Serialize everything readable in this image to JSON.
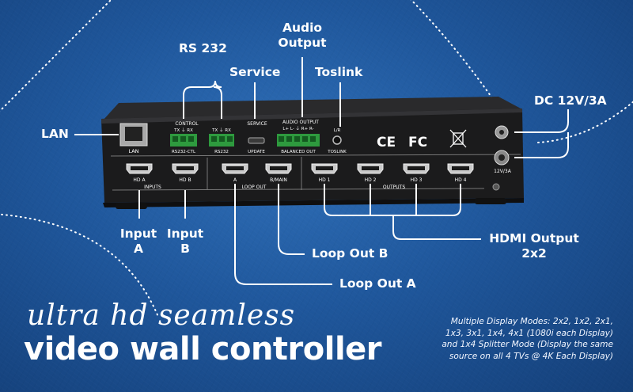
{
  "callouts": {
    "rs232": "RS 232",
    "audio_output_line1": "Audio",
    "audio_output_line2": "Output",
    "service": "Service",
    "toslink": "Toslink",
    "lan": "LAN",
    "dc": "DC 12V/3A",
    "input_a_line1": "Input",
    "input_a_line2": "A",
    "input_b_line1": "Input",
    "input_b_line2": "B",
    "loop_out_b": "Loop Out B",
    "loop_out_a": "Loop Out A",
    "hdmi_output_line1": "HDMI Output",
    "hdmi_output_line2": "2x2"
  },
  "panel": {
    "control": "CONTROL",
    "service": "SERVICE",
    "audio_output": "AUDIO OUTPUT",
    "lan": "LAN",
    "rs232_ctl": "RS232-CTL",
    "rs232": "RS232",
    "update": "UPDATE",
    "balanced_out": "BALANCED OUT",
    "toslink": "TOSLINK",
    "lr": "L/R",
    "pins_ctl": "TX  ⏚  RX",
    "pins_rs": "TX  ⏚  RX",
    "pins_audio": "L+  L-  ⏚  R+  R-",
    "ports": [
      "HD A",
      "HD B",
      "A",
      "B/MAIN",
      "HD 1",
      "HD 2",
      "HD 3",
      "HD 4"
    ],
    "inputs": "INPUTS",
    "loop_out": "LOOP OUT",
    "outputs": "OUTPUTS",
    "power": "12V/3A",
    "ce": "CE",
    "fcc": "FC"
  },
  "tagline": {
    "line1": "ultra hd seamless",
    "line2": "video wall controller"
  },
  "modes": {
    "line1": "Multiple Display Modes: 2x2, 1x2, 2x1,",
    "line2": "1x3, 3x1, 1x4, 4x1 (1080i each Display)",
    "line3": "and 1x4 Splitter Mode (Display the same",
    "line4": "source on all 4 TVs @ 4K Each Display)"
  },
  "colors": {
    "background": "#1f579c",
    "device": "#1b1b1c",
    "lines": "#ffffff",
    "terminal_green": "#2e9a3e"
  }
}
